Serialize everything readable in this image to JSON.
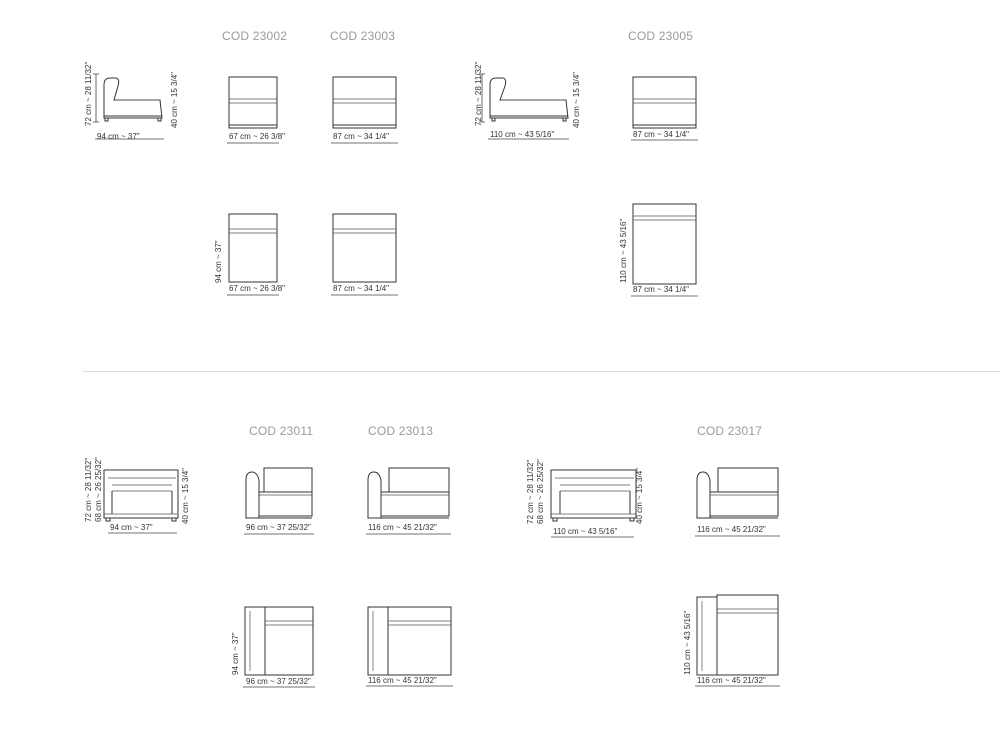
{
  "top": {
    "codes": {
      "c23002": "COD 23002",
      "c23003": "COD 23003",
      "c23005": "COD 23005"
    },
    "dims": {
      "side1_h1": "72 cm ~ 28 11/32\"",
      "side1_h2": "40 cm ~ 15 3/4\"",
      "side1_w": "94 cm ~ 37\"",
      "f23002_w": "67 cm ~ 26 3/8\"",
      "f23003_w": "87 cm ~ 34 1/4\"",
      "side2_h1": "72 cm ~ 28 11/32\"",
      "side2_h2": "40 cm ~ 15 3/4\"",
      "side2_w": "110 cm ~ 43 5/16\"",
      "f23005_w": "87 cm ~ 34 1/4\"",
      "p23002_w": "67 cm ~ 26 3/8\"",
      "p23002_d": "94 cm ~ 37\"",
      "p23003_w": "87 cm ~ 34 1/4\"",
      "p23005_w": "87 cm ~ 34 1/4\"",
      "p23005_d": "110 cm ~ 43 5/16\""
    }
  },
  "bottom": {
    "codes": {
      "c23011": "COD 23011",
      "c23013": "COD 23013",
      "c23017": "COD 23017"
    },
    "dims": {
      "side1_h1": "72 cm ~ 28 11/32\"",
      "side1_h3": "68 cm ~ 26 25/32\"",
      "side1_h2": "40 cm ~ 15 3/4\"",
      "side1_w": "94 cm ~ 37\"",
      "f23011_w": "96 cm ~ 37 25/32\"",
      "f23013_w": "116 cm ~ 45 21/32\"",
      "side2_h1": "72 cm ~ 28 11/32\"",
      "side2_h3": "68 cm ~ 26 25/32\"",
      "side2_h2": "40 cm ~ 15 3/4\"",
      "side2_w": "110 cm ~ 43 5/16\"",
      "f23017_w": "116 cm ~ 45 21/32\"",
      "p23011_w": "96 cm ~ 37 25/32\"",
      "p23011_d": "94 cm ~ 37\"",
      "p23013_w": "116 cm ~ 45 21/32\"",
      "p23017_w": "116 cm ~ 45 21/32\"",
      "p23017_d": "110 cm ~ 43 5/16\""
    }
  }
}
